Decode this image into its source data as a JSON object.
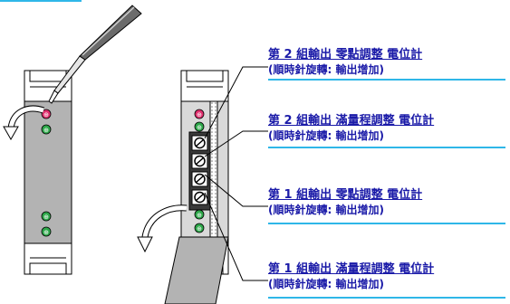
{
  "colors": {
    "panel_grey": "#b3b3b3",
    "led_red": "#e0306e",
    "led_green": "#2ea84a",
    "label_text": "#1a1aa8",
    "label_underline": "#2fb7e8",
    "top_bar": "#2fb7e8"
  },
  "left_device": {
    "icons": [
      "screwdriver-icon",
      "rotate-arrow-icon"
    ],
    "leds_top": [
      "red",
      "green"
    ],
    "leds_bottom": [
      "green",
      "green"
    ]
  },
  "right_device": {
    "icons": [
      "rotate-arrow-icon",
      "front-cover-icon"
    ],
    "leds_top": [
      "red",
      "green"
    ],
    "potentiometers": 4,
    "leds_bottom": [
      "green",
      "green"
    ]
  },
  "callouts": [
    {
      "line1": "第 2 組輸出 零點調整 電位計",
      "line2": "(順時針旋轉: 輸出增加)"
    },
    {
      "line1": "第 2 組輸出 滿量程調整 電位計",
      "line2": "(順時針旋轉: 輸出增加)"
    },
    {
      "line1": "第 1 組輸出 零點調整 電位計",
      "line2": "(順時針旋轉: 輸出增加)"
    },
    {
      "line1": "第 1 組輸出 滿量程調整 電位計",
      "line2": "(順時針旋轉: 輸出增加)"
    }
  ]
}
